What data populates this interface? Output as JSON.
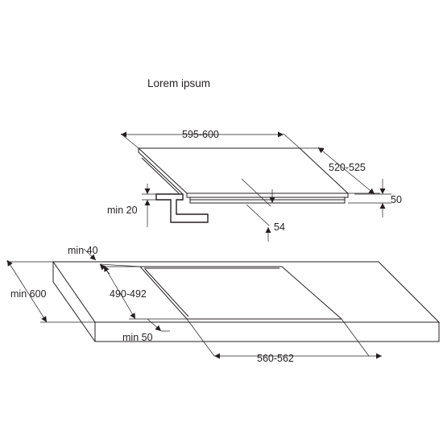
{
  "title": "Lorem ipsum",
  "labels": {
    "hob_width": "595-600",
    "hob_depth": "520-525",
    "hob_height": "50",
    "min_20": "min 20",
    "dim_54": "54",
    "min_40": "min 40",
    "min_600": "min 600",
    "cutout_depth": "490-492",
    "min_50": "min 50",
    "cutout_width": "560-562"
  }
}
